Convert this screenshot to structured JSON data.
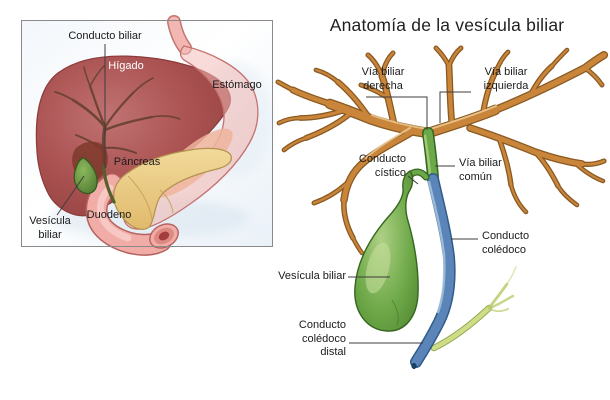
{
  "title": "Anatomía de la vesícula biliar",
  "inset": {
    "labels": {
      "conducto_biliar": "Conducto biliar",
      "higado": "Hígado",
      "estomago": "Estómago",
      "pancreas": "Páncreas",
      "vesicula_biliar": "Vesícula biliar",
      "duodeno": "Duodeno"
    }
  },
  "main_diagram": {
    "labels": {
      "via_biliar_derecha": "Vía biliar derecha",
      "via_biliar_izquierda": "Vía biliar izquierda",
      "conducto_cistico": "Conducto cístico",
      "via_biliar_comun": "Vía biliar común",
      "conducto_coledoco": "Conducto colédoco",
      "vesicula_biliar": "Vesícula biliar",
      "conducto_coledoco_distal": "Conducto colédoco distal"
    }
  },
  "colors": {
    "hepatic_ducts_brown": "#c9853a",
    "hepatic_ducts_outline": "#8a5a22",
    "bile_duct_green": "#6aa84a",
    "gallbladder_green_dark": "#35661f",
    "common_bile_duct_blue": "#5b85b8",
    "common_bile_duct_blue_dark": "#2f5a8a",
    "pancreatic_duct_yellow_green": "#cfdd8b",
    "liver_red_brown": "#a84e4e",
    "stomach_pink": "#f3b7b3",
    "pancreas_yellow": "#ecd089",
    "duodenum_pink": "#f2aca8",
    "label_text": "#1b1b1b"
  }
}
